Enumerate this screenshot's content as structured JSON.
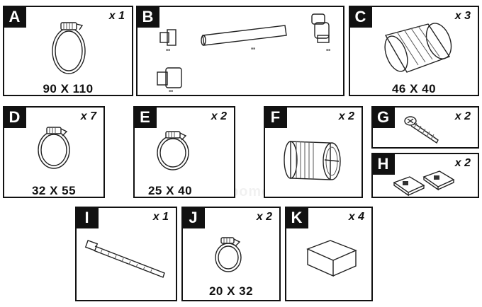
{
  "panels": {
    "a": {
      "letter": "A",
      "qty": "x 1",
      "dim": "90 X 110",
      "icon": "hose-clamp-icon"
    },
    "b": {
      "letter": "B",
      "icon": "pipe-fittings-icon"
    },
    "c": {
      "letter": "C",
      "qty": "x 3",
      "dim": "46 X 40",
      "icon": "rubber-sleeve-icon"
    },
    "d": {
      "letter": "D",
      "qty": "x 7",
      "dim": "32 X 55",
      "icon": "hose-clamp-icon"
    },
    "e": {
      "letter": "E",
      "qty": "x 2",
      "dim": "25 X 40",
      "icon": "hose-clamp-icon"
    },
    "f": {
      "letter": "F",
      "qty": "x 2",
      "icon": "ribbed-connector-icon"
    },
    "g": {
      "letter": "G",
      "qty": "x 2",
      "icon": "screw-icon"
    },
    "h": {
      "letter": "H",
      "qty": "x 2",
      "icon": "mounting-clips-icon"
    },
    "i": {
      "letter": "I",
      "qty": "x 1",
      "icon": "cable-tie-icon"
    },
    "j": {
      "letter": "J",
      "qty": "x 2",
      "dim": "20 X 32",
      "icon": "hose-clamp-icon"
    },
    "k": {
      "letter": "K",
      "qty": "x 4",
      "icon": "foam-block-icon"
    }
  }
}
